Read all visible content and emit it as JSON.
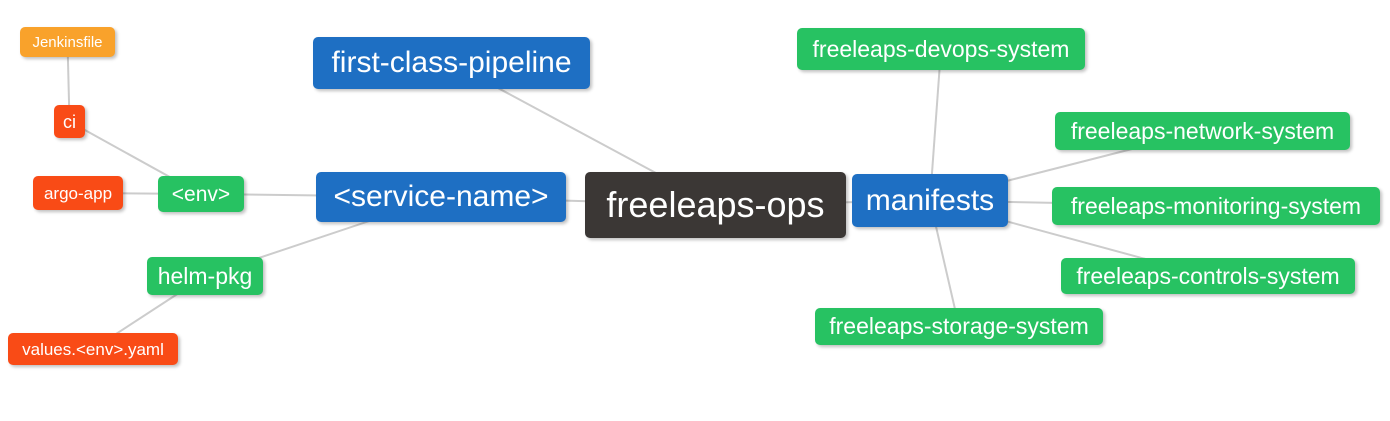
{
  "diagram": {
    "title": "freeleaps-ops mind map",
    "background": "#ffffff",
    "edge_color": "#cccccc",
    "palette": {
      "root": "#3b3735",
      "primary": "#1e6fc3",
      "secondary": "#27c262",
      "leaf_red": "#f94b16",
      "leaf_orange": "#f9a22b"
    },
    "nodes": [
      {
        "id": "jenkinsfile",
        "label": "Jenkinsfile",
        "color": "#f9a22b"
      },
      {
        "id": "ci",
        "label": "ci",
        "color": "#f94b16"
      },
      {
        "id": "argo-app",
        "label": "argo-app",
        "color": "#f94b16"
      },
      {
        "id": "env",
        "label": "<env>",
        "color": "#27c262"
      },
      {
        "id": "helm-pkg",
        "label": "helm-pkg",
        "color": "#27c262"
      },
      {
        "id": "values-env-yaml",
        "label": "values.<env>.yaml",
        "color": "#f94b16"
      },
      {
        "id": "first-class-pipeline",
        "label": "first-class-pipeline",
        "color": "#1e6fc3"
      },
      {
        "id": "service-name",
        "label": "<service-name>",
        "color": "#1e6fc3"
      },
      {
        "id": "freeleaps-ops",
        "label": "freeleaps-ops",
        "color": "#3b3735"
      },
      {
        "id": "manifests",
        "label": "manifests",
        "color": "#1e6fc3"
      },
      {
        "id": "freeleaps-devops-system",
        "label": "freeleaps-devops-system",
        "color": "#27c262"
      },
      {
        "id": "freeleaps-network-system",
        "label": "freeleaps-network-system",
        "color": "#27c262"
      },
      {
        "id": "freeleaps-monitoring-system",
        "label": "freeleaps-monitoring-system",
        "color": "#27c262"
      },
      {
        "id": "freeleaps-controls-system",
        "label": "freeleaps-controls-system",
        "color": "#27c262"
      },
      {
        "id": "freeleaps-storage-system",
        "label": "freeleaps-storage-system",
        "color": "#27c262"
      }
    ],
    "edges": [
      [
        "jenkinsfile",
        "ci"
      ],
      [
        "ci",
        "env"
      ],
      [
        "argo-app",
        "env"
      ],
      [
        "env",
        "service-name"
      ],
      [
        "helm-pkg",
        "service-name"
      ],
      [
        "values-env-yaml",
        "helm-pkg"
      ],
      [
        "first-class-pipeline",
        "freeleaps-ops"
      ],
      [
        "service-name",
        "freeleaps-ops"
      ],
      [
        "freeleaps-ops",
        "manifests"
      ],
      [
        "manifests",
        "freeleaps-devops-system"
      ],
      [
        "manifests",
        "freeleaps-network-system"
      ],
      [
        "manifests",
        "freeleaps-monitoring-system"
      ],
      [
        "manifests",
        "freeleaps-controls-system"
      ],
      [
        "manifests",
        "freeleaps-storage-system"
      ]
    ]
  }
}
